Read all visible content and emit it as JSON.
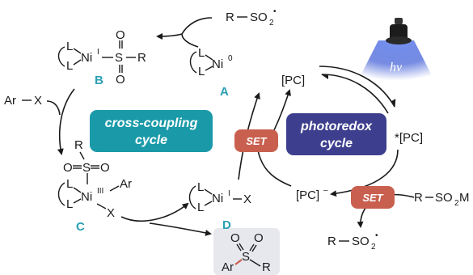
{
  "cycles": {
    "cross_coupling": {
      "line1": "cross-coupling",
      "line2": "cycle",
      "color": "#1a9aa8"
    },
    "photoredox": {
      "line1": "photoredox",
      "line2": "cycle",
      "color": "#3d3f8e"
    }
  },
  "set": {
    "label": "SET",
    "color": "#c9604f"
  },
  "light": {
    "label": "hv"
  },
  "species": {
    "A": {
      "label": "A",
      "ligand": "L",
      "metal": "Ni",
      "ox": "0"
    },
    "B": {
      "label": "B",
      "ligand": "L",
      "metal": "Ni",
      "ox": "I",
      "S": "S",
      "O": "O",
      "R": "R"
    },
    "C": {
      "label": "C",
      "ligand": "L",
      "metal": "Ni",
      "ox": "III",
      "S": "S",
      "O": "O",
      "R": "R",
      "Ar": "Ar",
      "X": "X"
    },
    "D": {
      "label": "D",
      "ligand": "L",
      "metal": "Ni",
      "ox": "I",
      "X": "X"
    }
  },
  "reagents": {
    "sulfonyl_radical_top": {
      "R": "R",
      "S": "SO",
      "sub": "2",
      "dot": "•"
    },
    "aryl_halide": {
      "Ar": "Ar",
      "X": "X"
    },
    "sulfinate": {
      "R": "R",
      "S": "SO",
      "sub": "2",
      "M": "M"
    },
    "sulfonyl_radical_bottom": {
      "R": "R",
      "S": "SO",
      "sub": "2",
      "dot": "•"
    }
  },
  "photocatalyst": {
    "ground": "[PC]",
    "excited": "*[PC]",
    "reduced": "[PC]",
    "reduced_sup": "–"
  },
  "product": {
    "O1": "O",
    "O2": "O",
    "S": "S",
    "Ar": "Ar",
    "R": "R",
    "bg": "#e6e8ee"
  }
}
